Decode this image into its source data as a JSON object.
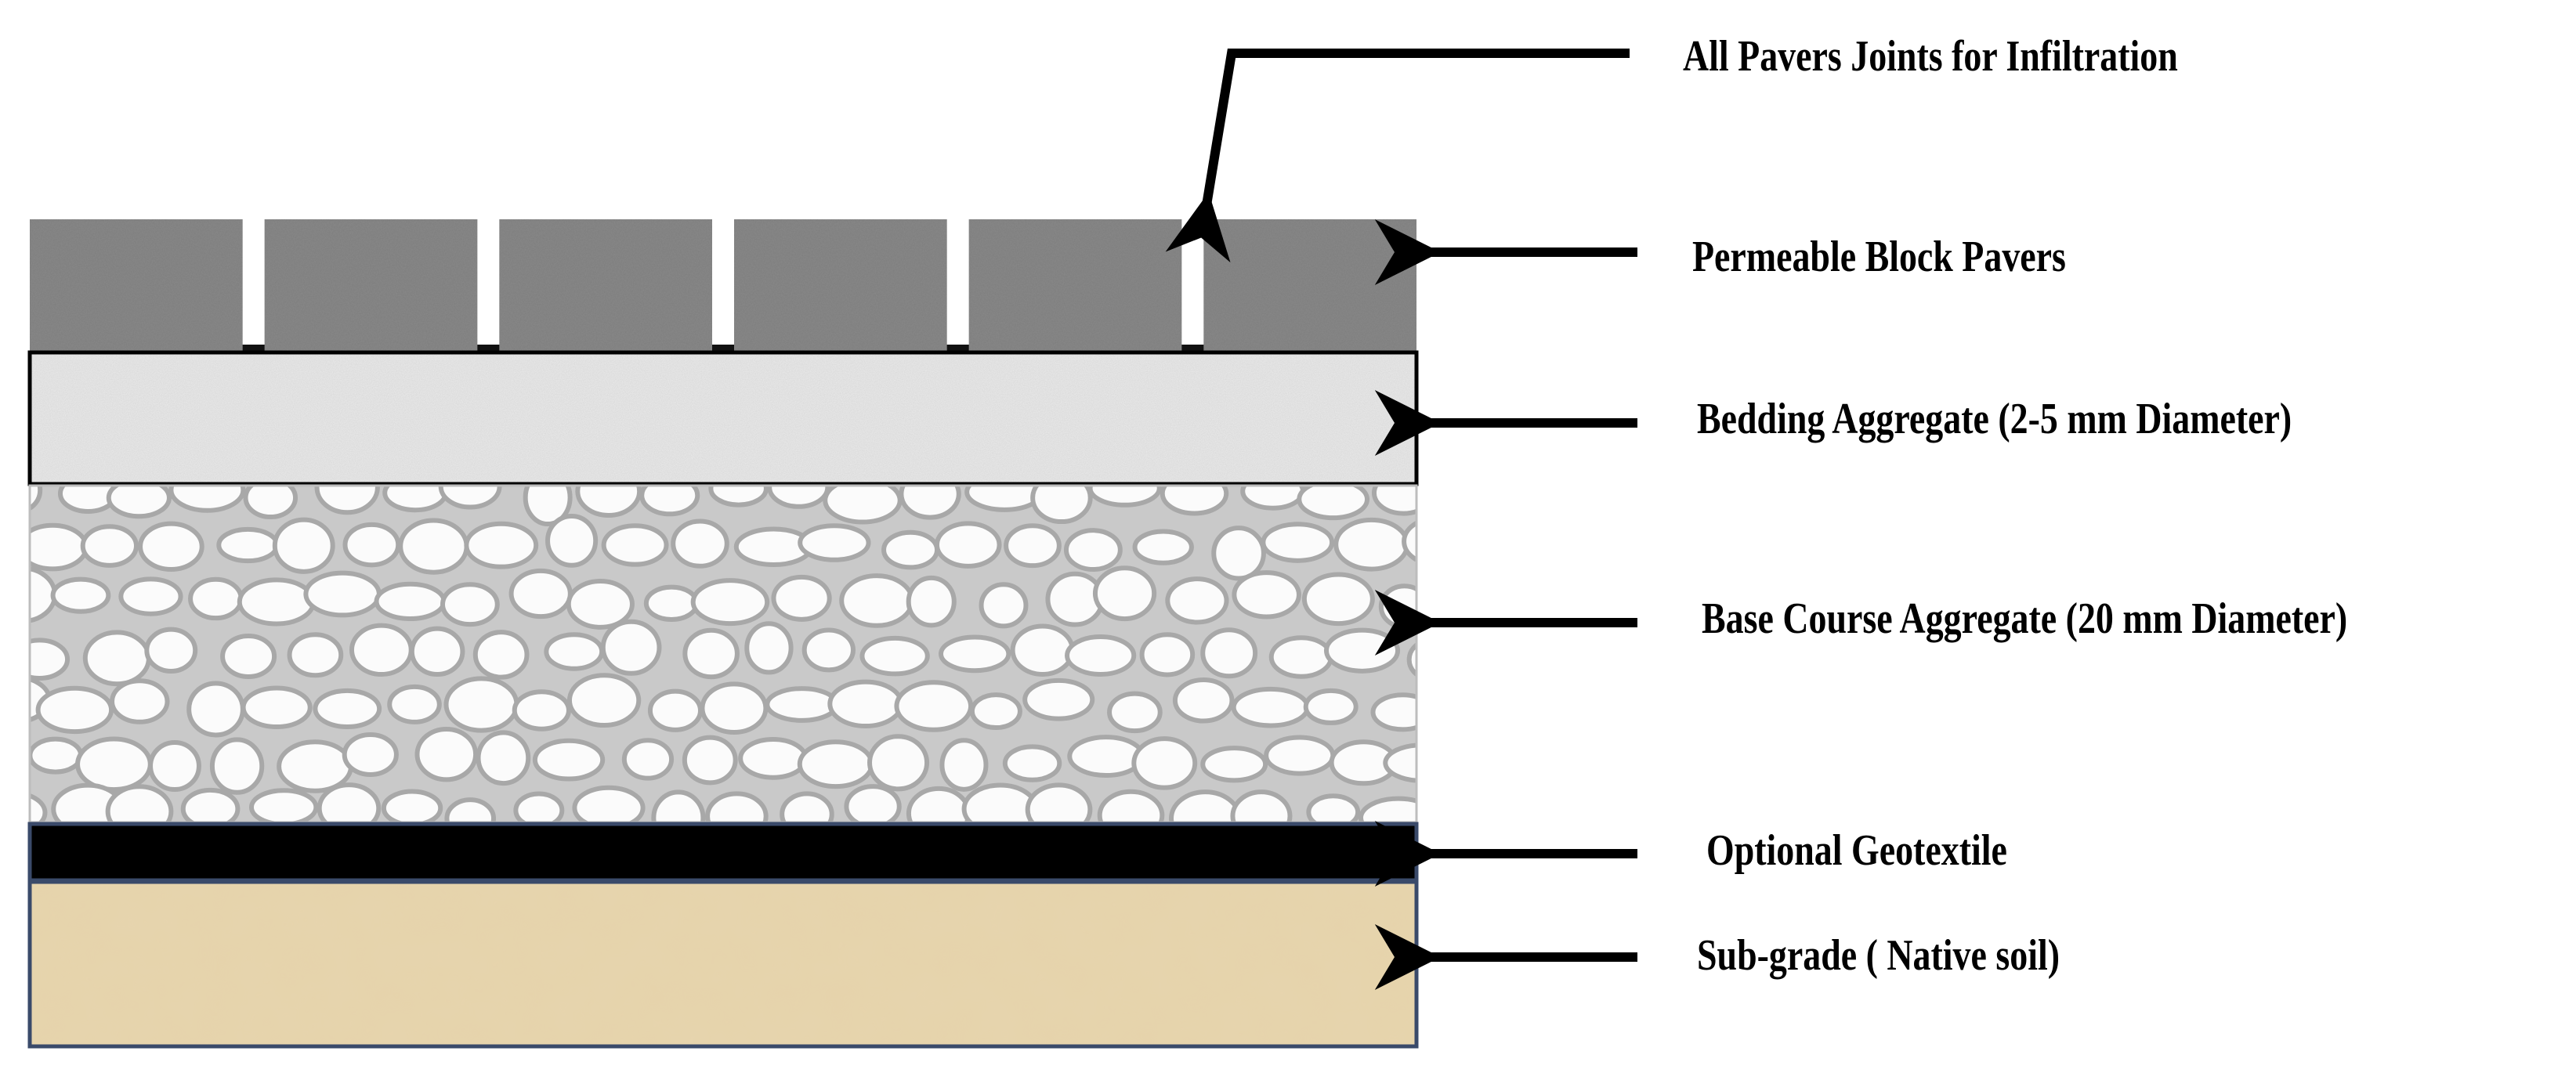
{
  "labels": {
    "joints": "All Pavers Joints for Infiltration",
    "pavers": "Permeable Block Pavers",
    "bedding": "Bedding Aggregate (2-5 mm Diameter)",
    "base": "Base Course Aggregate (20 mm Diameter)",
    "geotextile": "Optional Geotextile",
    "subgrade": "Sub-grade ( Native soil)"
  },
  "colors": {
    "paver": "#7d7d7d",
    "bedding": "#e9e9e9",
    "base_stones_outline": "#8c8c8c",
    "geotextile": "#000000",
    "subgrade": "#e8d5ae",
    "layer_border": "#3a4a6a",
    "arrow": "#000000"
  },
  "paver_count": 6
}
